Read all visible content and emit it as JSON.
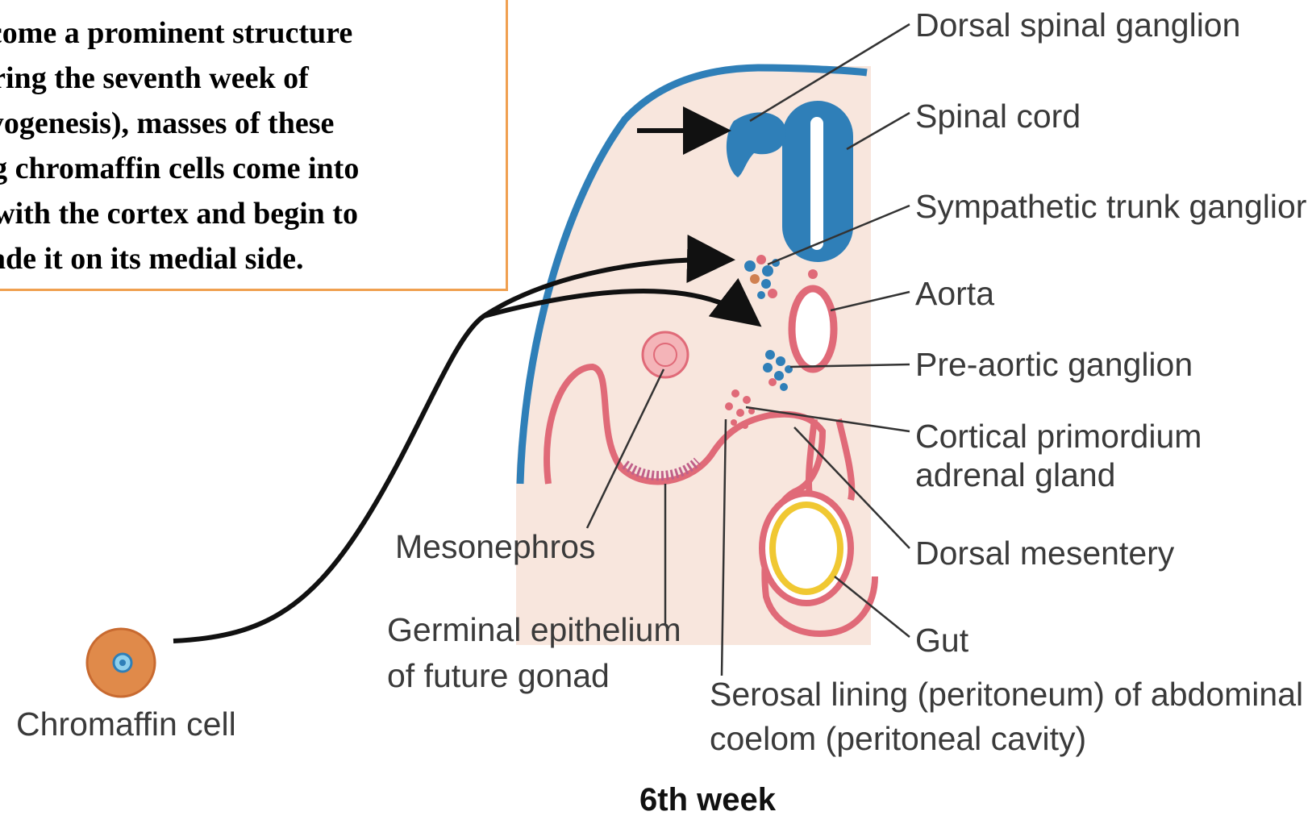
{
  "text_box": {
    "text": "ecome a prominent structure\nuring the seventh week of\nryogenesis), masses of these\nng chromaffin cells come into\nt with the cortex and begin to\nvade it on its medial side."
  },
  "labels": {
    "dorsal_spinal_ganglion": "Dorsal spinal ganglion",
    "spinal_cord": "Spinal cord",
    "sympathetic_trunk_ganglion": "Sympathetic trunk ganglior",
    "aorta": "Aorta",
    "pre_aortic_ganglion": "Pre-aortic ganglion",
    "cortical_primordium_1": "Cortical primordium",
    "cortical_primordium_2": "adrenal gland",
    "dorsal_mesentery": "Dorsal mesentery",
    "gut": "Gut",
    "mesonephros": "Mesonephros",
    "germinal_1": "Germinal epithelium",
    "germinal_2": "of future gonad",
    "serosal_1": "Serosal lining (peritoneum) of abdominal",
    "serosal_2": "coelom (peritoneal cavity)",
    "chromaffin_cell": "Chromaffin cell",
    "caption": "6th week"
  },
  "colors": {
    "neural_blue": "#2f7fb8",
    "mesoderm_pink": "#e06a78",
    "tissue_bg": "#f8e6dd",
    "gut_yellow": "#f0c832",
    "cell_orange": "#e08a4a",
    "box_border": "#f0a050"
  }
}
